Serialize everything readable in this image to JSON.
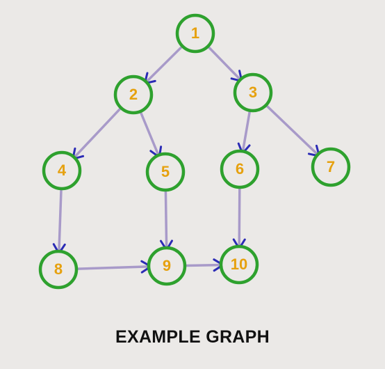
{
  "caption": "EXAMPLE GRAPH",
  "colors": {
    "background": "#ebe9e7",
    "node_outline": "#2ea12e",
    "node_fill": "#ebe9e7",
    "node_label": "#e6a10f",
    "edge_line": "#a89ac9",
    "arrowhead": "#2b2bb5",
    "caption": "#111111"
  },
  "graph": {
    "type": "directed",
    "nodes": [
      {
        "id": "1",
        "label": "1"
      },
      {
        "id": "2",
        "label": "2"
      },
      {
        "id": "3",
        "label": "3"
      },
      {
        "id": "4",
        "label": "4"
      },
      {
        "id": "5",
        "label": "5"
      },
      {
        "id": "6",
        "label": "6"
      },
      {
        "id": "7",
        "label": "7"
      },
      {
        "id": "8",
        "label": "8"
      },
      {
        "id": "9",
        "label": "9"
      },
      {
        "id": "10",
        "label": "10"
      }
    ],
    "edges": [
      {
        "from": "1",
        "to": "2"
      },
      {
        "from": "1",
        "to": "3"
      },
      {
        "from": "2",
        "to": "4"
      },
      {
        "from": "2",
        "to": "5"
      },
      {
        "from": "3",
        "to": "6"
      },
      {
        "from": "3",
        "to": "7"
      },
      {
        "from": "4",
        "to": "8"
      },
      {
        "from": "5",
        "to": "9"
      },
      {
        "from": "6",
        "to": "10"
      },
      {
        "from": "8",
        "to": "9"
      },
      {
        "from": "9",
        "to": "10"
      }
    ]
  }
}
